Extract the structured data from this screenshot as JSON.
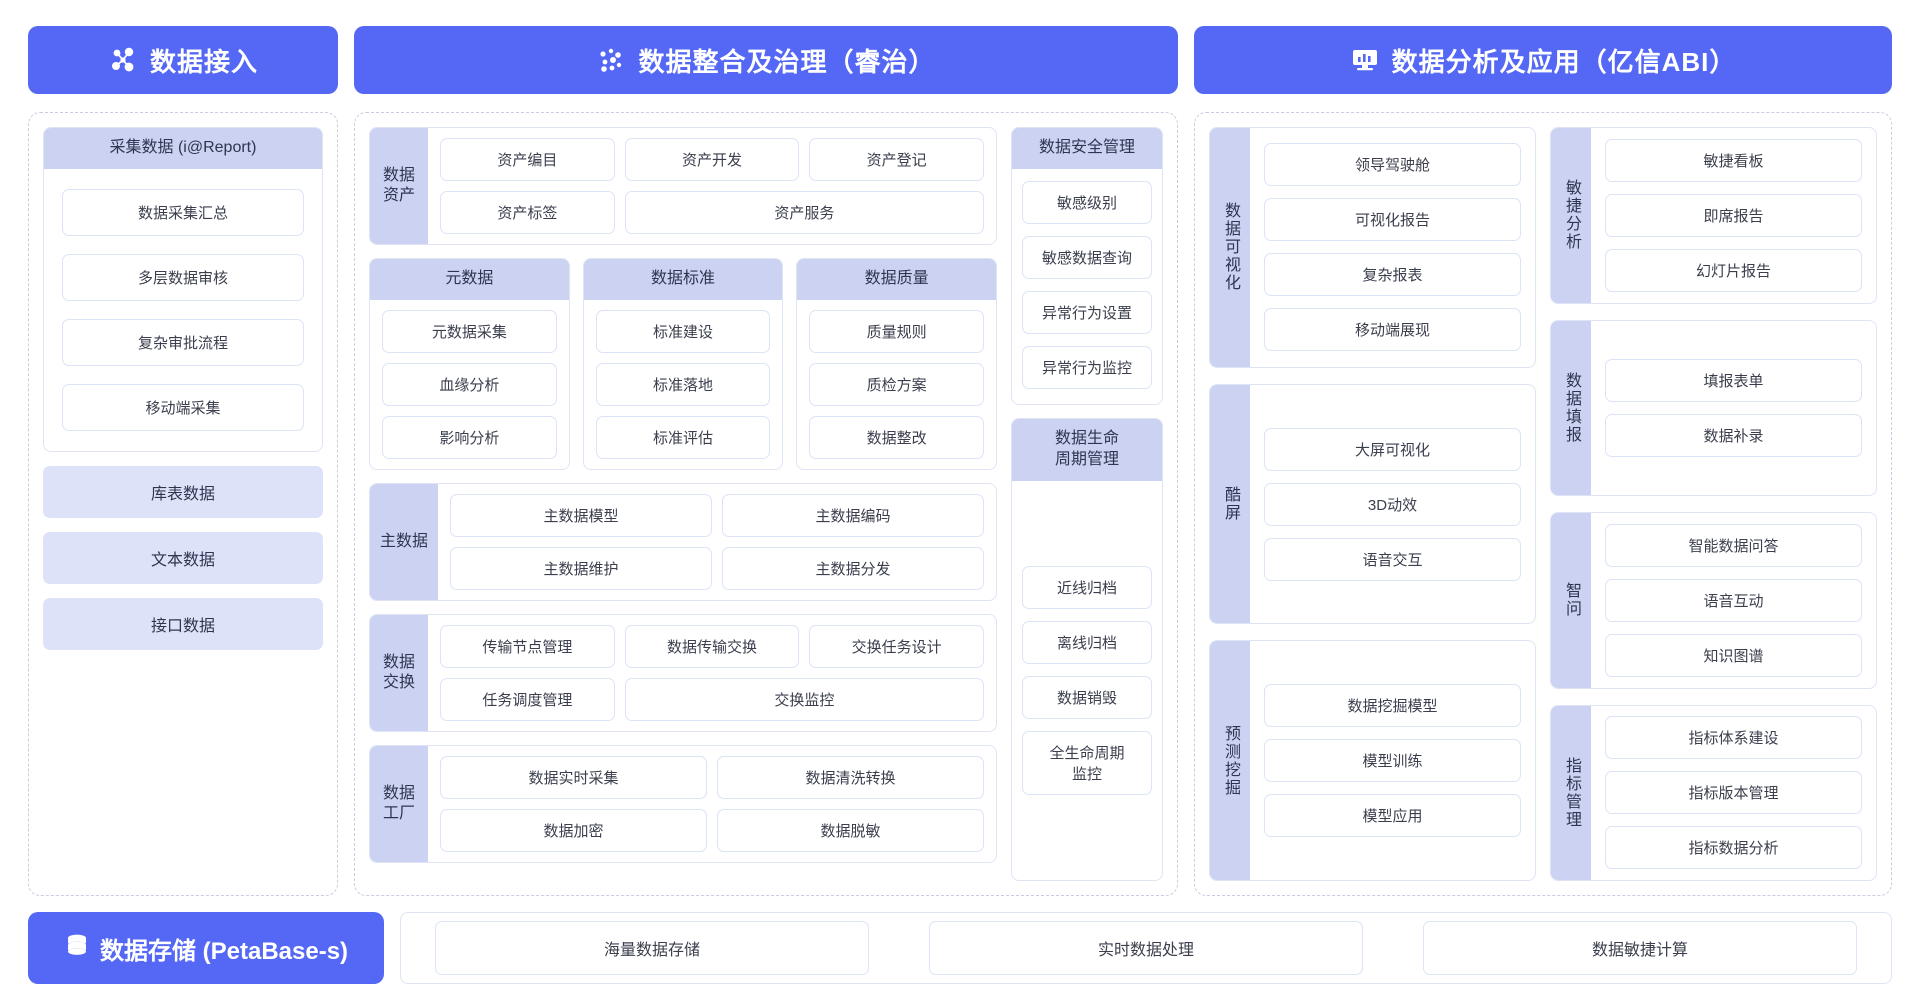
{
  "banners": [
    {
      "title": "数据接入",
      "icon": "network-nodes-icon"
    },
    {
      "title": "数据整合及治理（睿治）",
      "icon": "data-dots-icon"
    },
    {
      "title": "数据分析及应用（亿信ABI）",
      "icon": "monitor-chart-icon"
    }
  ],
  "access": {
    "collect_card": {
      "title": "采集数据 (i@Report)",
      "items": [
        "数据采集汇总",
        "多层数据审核",
        "复杂审批流程",
        "移动端采集"
      ]
    },
    "chips": [
      "库表数据",
      "文本数据",
      "接口数据"
    ]
  },
  "govern": {
    "asset": {
      "label": "数据资产",
      "items": [
        "资产编目",
        "资产开发",
        "资产登记",
        "资产标签",
        "资产服务"
      ]
    },
    "trio": [
      {
        "title": "元数据",
        "items": [
          "元数据采集",
          "血缘分析",
          "影响分析"
        ]
      },
      {
        "title": "数据标准",
        "items": [
          "标准建设",
          "标准落地",
          "标准评估"
        ]
      },
      {
        "title": "数据质量",
        "items": [
          "质量规则",
          "质检方案",
          "数据整改"
        ]
      }
    ],
    "master": {
      "label": "主数据",
      "items": [
        "主数据模型",
        "主数据编码",
        "主数据维护",
        "主数据分发"
      ]
    },
    "exchange": {
      "label": "数据交换",
      "items": [
        "传输节点管理",
        "数据传输交换",
        "交换任务设计",
        "任务调度管理",
        "交换监控"
      ]
    },
    "factory": {
      "label": "数据工厂",
      "items": [
        "数据实时采集",
        "数据清洗转换",
        "数据加密",
        "数据脱敏"
      ]
    },
    "security": {
      "title": "数据安全管理",
      "items": [
        "敏感级别",
        "敏感数据查询",
        "异常行为设置",
        "异常行为监控"
      ]
    },
    "lifecycle": {
      "title": "数据生命\n周期管理",
      "title_line1": "数据生命",
      "title_line2": "周期管理",
      "items": [
        "近线归档",
        "离线归档",
        "数据销毁",
        "全生命周期\n监控"
      ],
      "last_item_line1": "全生命周期",
      "last_item_line2": "监控"
    }
  },
  "bi": {
    "left": [
      {
        "label": "数据可视化",
        "items": [
          "领导驾驶舱",
          "可视化报告",
          "复杂报表",
          "移动端展现"
        ]
      },
      {
        "label": "酷屏",
        "items": [
          "大屏可视化",
          "3D动效",
          "语音交互"
        ]
      },
      {
        "label": "预测挖掘",
        "items": [
          "数据挖掘模型",
          "模型训练",
          "模型应用"
        ]
      }
    ],
    "right": [
      {
        "label": "敏捷分析",
        "items": [
          "敏捷看板",
          "即席报告",
          "幻灯片报告"
        ]
      },
      {
        "label": "数据填报",
        "items": [
          "填报表单",
          "数据补录"
        ]
      },
      {
        "label": "智问",
        "items": [
          "智能数据问答",
          "语音互动",
          "知识图谱"
        ]
      },
      {
        "label": "指标管理",
        "items": [
          "指标体系建设",
          "指标版本管理",
          "指标数据分析"
        ]
      }
    ]
  },
  "storage": {
    "banner_title": "数据存储 (PetaBase-s)",
    "banner_icon": "database-icon",
    "items": [
      "海量数据存储",
      "实时数据处理",
      "数据敏捷计算"
    ]
  },
  "colors": {
    "brand": "#5468f5",
    "header_chip": "#ccd3f2",
    "pill_border": "#dce3f7",
    "dashed_border": "#c9cede"
  }
}
